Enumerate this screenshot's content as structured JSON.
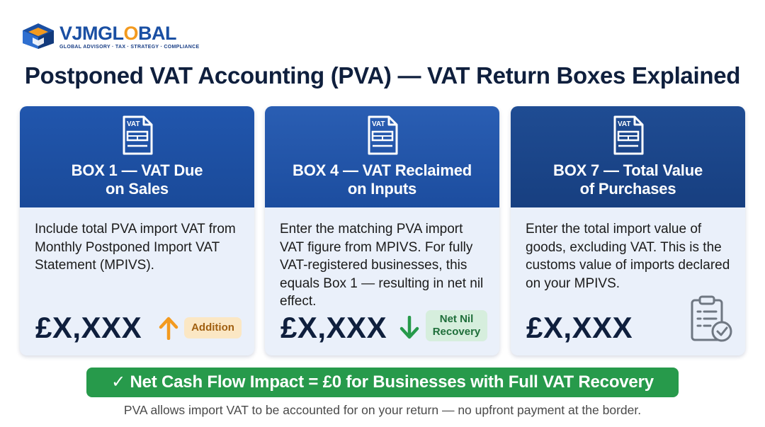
{
  "brand": {
    "name_part1": "VJM",
    "name_part2": "GLOB",
    "name_part3": "AL",
    "tagline": "GLOBAL ADVISORY · TAX · STRATEGY · COMPLIANCE"
  },
  "title": "Postponed VAT Accounting (PVA) — VAT Return Boxes Explained",
  "cards": [
    {
      "icon_label": "VAT",
      "title": "BOX 1 — VAT Due\non Sales",
      "body": "Include total PVA import VAT from Monthly Postponed Import VAT Statement (MPIVS).",
      "amount": "£X,XXX",
      "arrow": "up-arrow-icon",
      "badge": "Addition"
    },
    {
      "icon_label": "VAT",
      "title": "BOX 4 — VAT Reclaimed\non Inputs",
      "body": "Enter the matching PVA import VAT figure from MPIVS. For fully VAT-registered businesses, this equals Box 1 — resulting in net nil effect.",
      "amount": "£X,XXX",
      "arrow": "down-arrow-icon",
      "badge": "Net Nil\nRecovery"
    },
    {
      "icon_label": "VAT",
      "title": "BOX 7 — Total Value\nof Purchases",
      "body": "Enter the total import value of goods, excluding VAT. This is the customs value of imports declared on your MPIVS.",
      "amount": "£X,XXX",
      "icon": "clipboard-check-icon"
    }
  ],
  "banner": "✓ Net Cash Flow Impact = £0 for Businesses with Full VAT Recovery",
  "footer": "PVA allows import VAT to be accounted for on your return — no upfront payment at the border.",
  "colors": {
    "navy": "#0f1f3d",
    "brand_blue": "#1a4fa3",
    "brand_orange": "#f39a1f",
    "banner_green": "#279a4b",
    "arrow_up": "#f39a1f",
    "arrow_down": "#279a4b"
  }
}
